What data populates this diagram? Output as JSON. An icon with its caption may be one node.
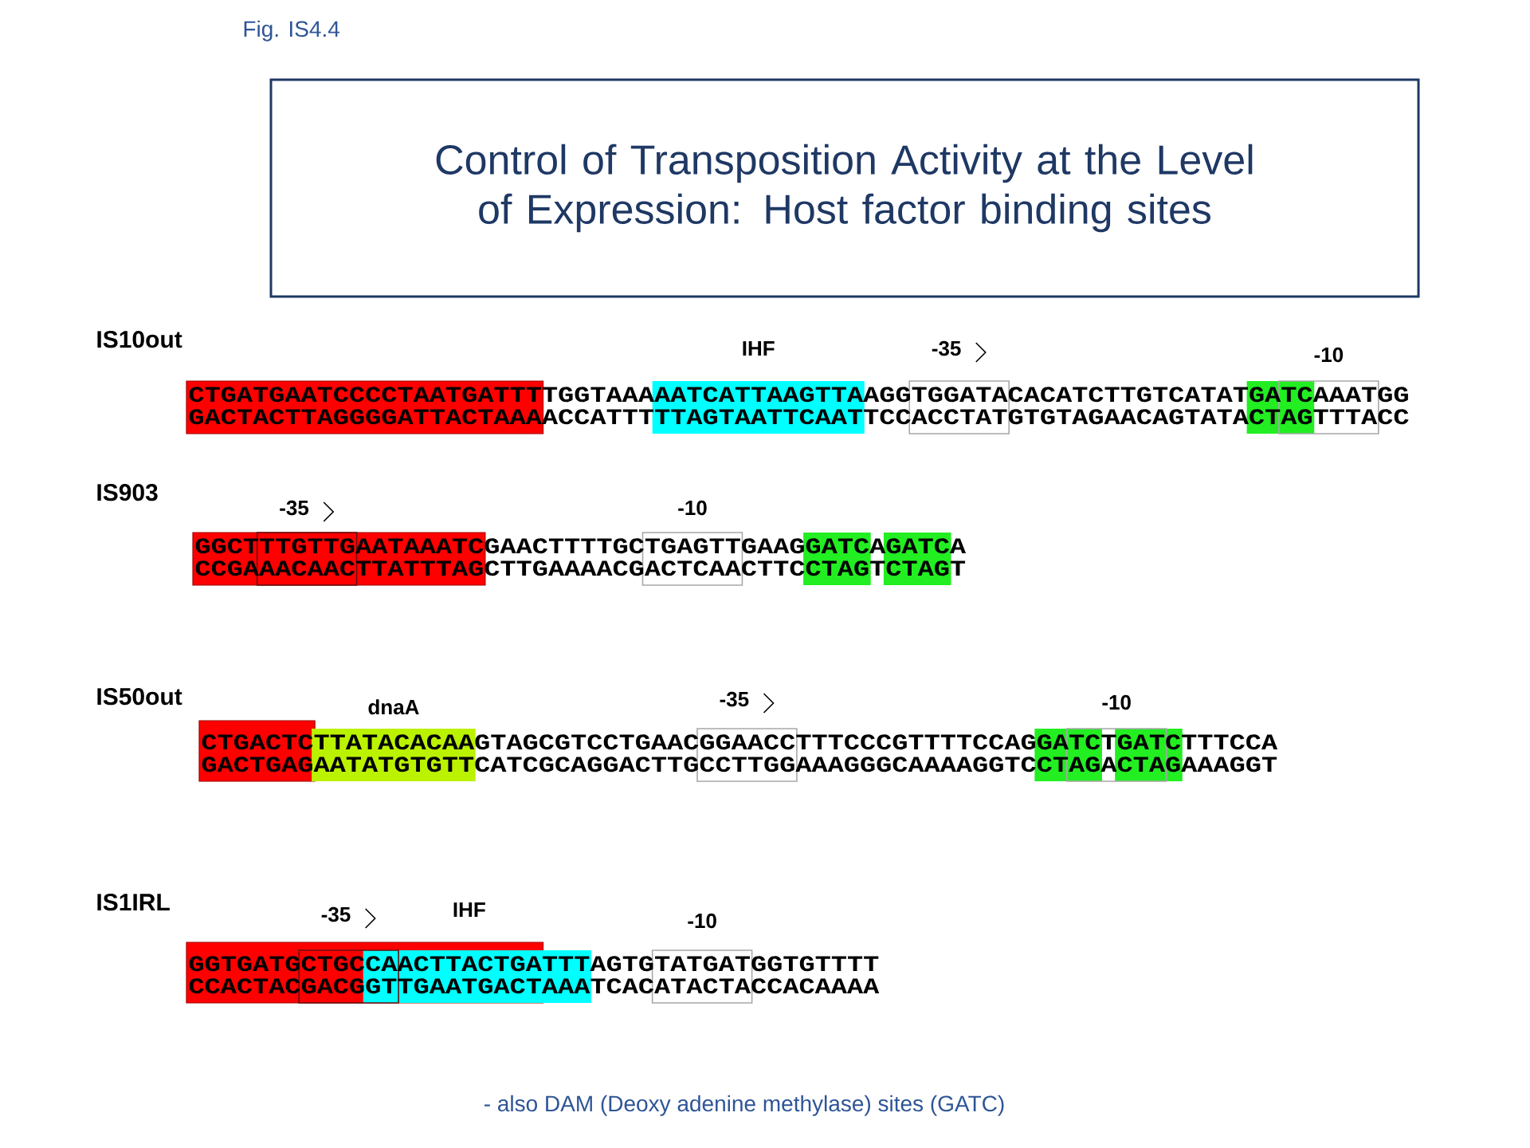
{
  "diagram": {
    "caption": "- also DAM (Deoxy adenine methylase) sites (GATC)",
    "nodes": [
      {
        "text": [
          "Control of Transposition Activity at the Level of Expression: Host factor binding sites"
        ]
      }
    ],
    "labels": [
      "Fig. IS4.4",
      "IS10out",
      "IHF",
      "-35",
      "-10",
      "CTGATGAATCCCCTAATGATTTTGGTAAAAATCATTAAGTTAAGGTGGATACACATCTTGTCATATGATCAAATGG",
      "GACTACTTAGGGGATTACTAAAACCATTTTTAGTAATTCAATTCCACCTATGTGTAGAACAGTATACTAGTTTACC",
      "IS903",
      "-35",
      "-10",
      "GGCTTTGTTGAATAAATCGAACTTTTGCTGAGTTGAAGGATCAGATCA",
      "CCGAAACAACTTATTTAGCTTGAAAACGACTCAACTTCCTAGTCTAGT",
      "IS50out",
      "dnaA",
      "-35",
      "-10",
      "CTGACTCTTATACACAAGTAGCGTCCTGAACGGAACCTTTCCCGTTTTCCAGGATCTGATCTTTCCA",
      "GACTGAGAATATGTGTTCATCGCAGGACTTGCCTTGGAAAGGGCAAAAGGTCCTAGACTAGAAAGGT",
      "IS1IRL",
      "-35",
      "IHF",
      "-10",
      "GGTGATGCTGCCAACTTACTGATTTAGTGTATGATGGTGTTTT",
      "CCACTACGACGGTTGAATGACTAAATCACATACTACCACAAAA"
    ]
  }
}
